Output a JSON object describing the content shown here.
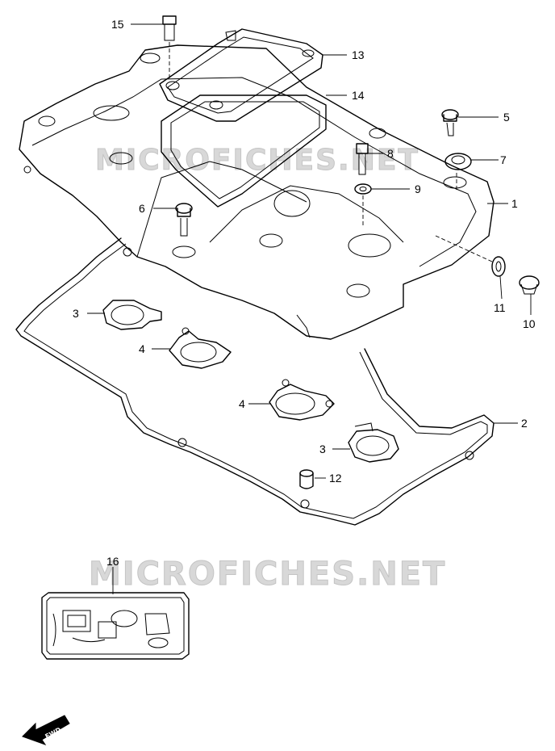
{
  "watermark": {
    "text_top": "MICROFICHES.NET",
    "text_bottom": "MICROFICHES.NET"
  },
  "callouts": {
    "c1": "1",
    "c2": "2",
    "c3a": "3",
    "c3b": "3",
    "c4a": "4",
    "c4b": "4",
    "c5": "5",
    "c6": "6",
    "c7": "7",
    "c8": "8",
    "c9": "9",
    "c10": "10",
    "c11": "11",
    "c12": "12",
    "c13": "13",
    "c14": "14",
    "c15": "15",
    "c16": "16"
  },
  "fwd_label": "FWD"
}
